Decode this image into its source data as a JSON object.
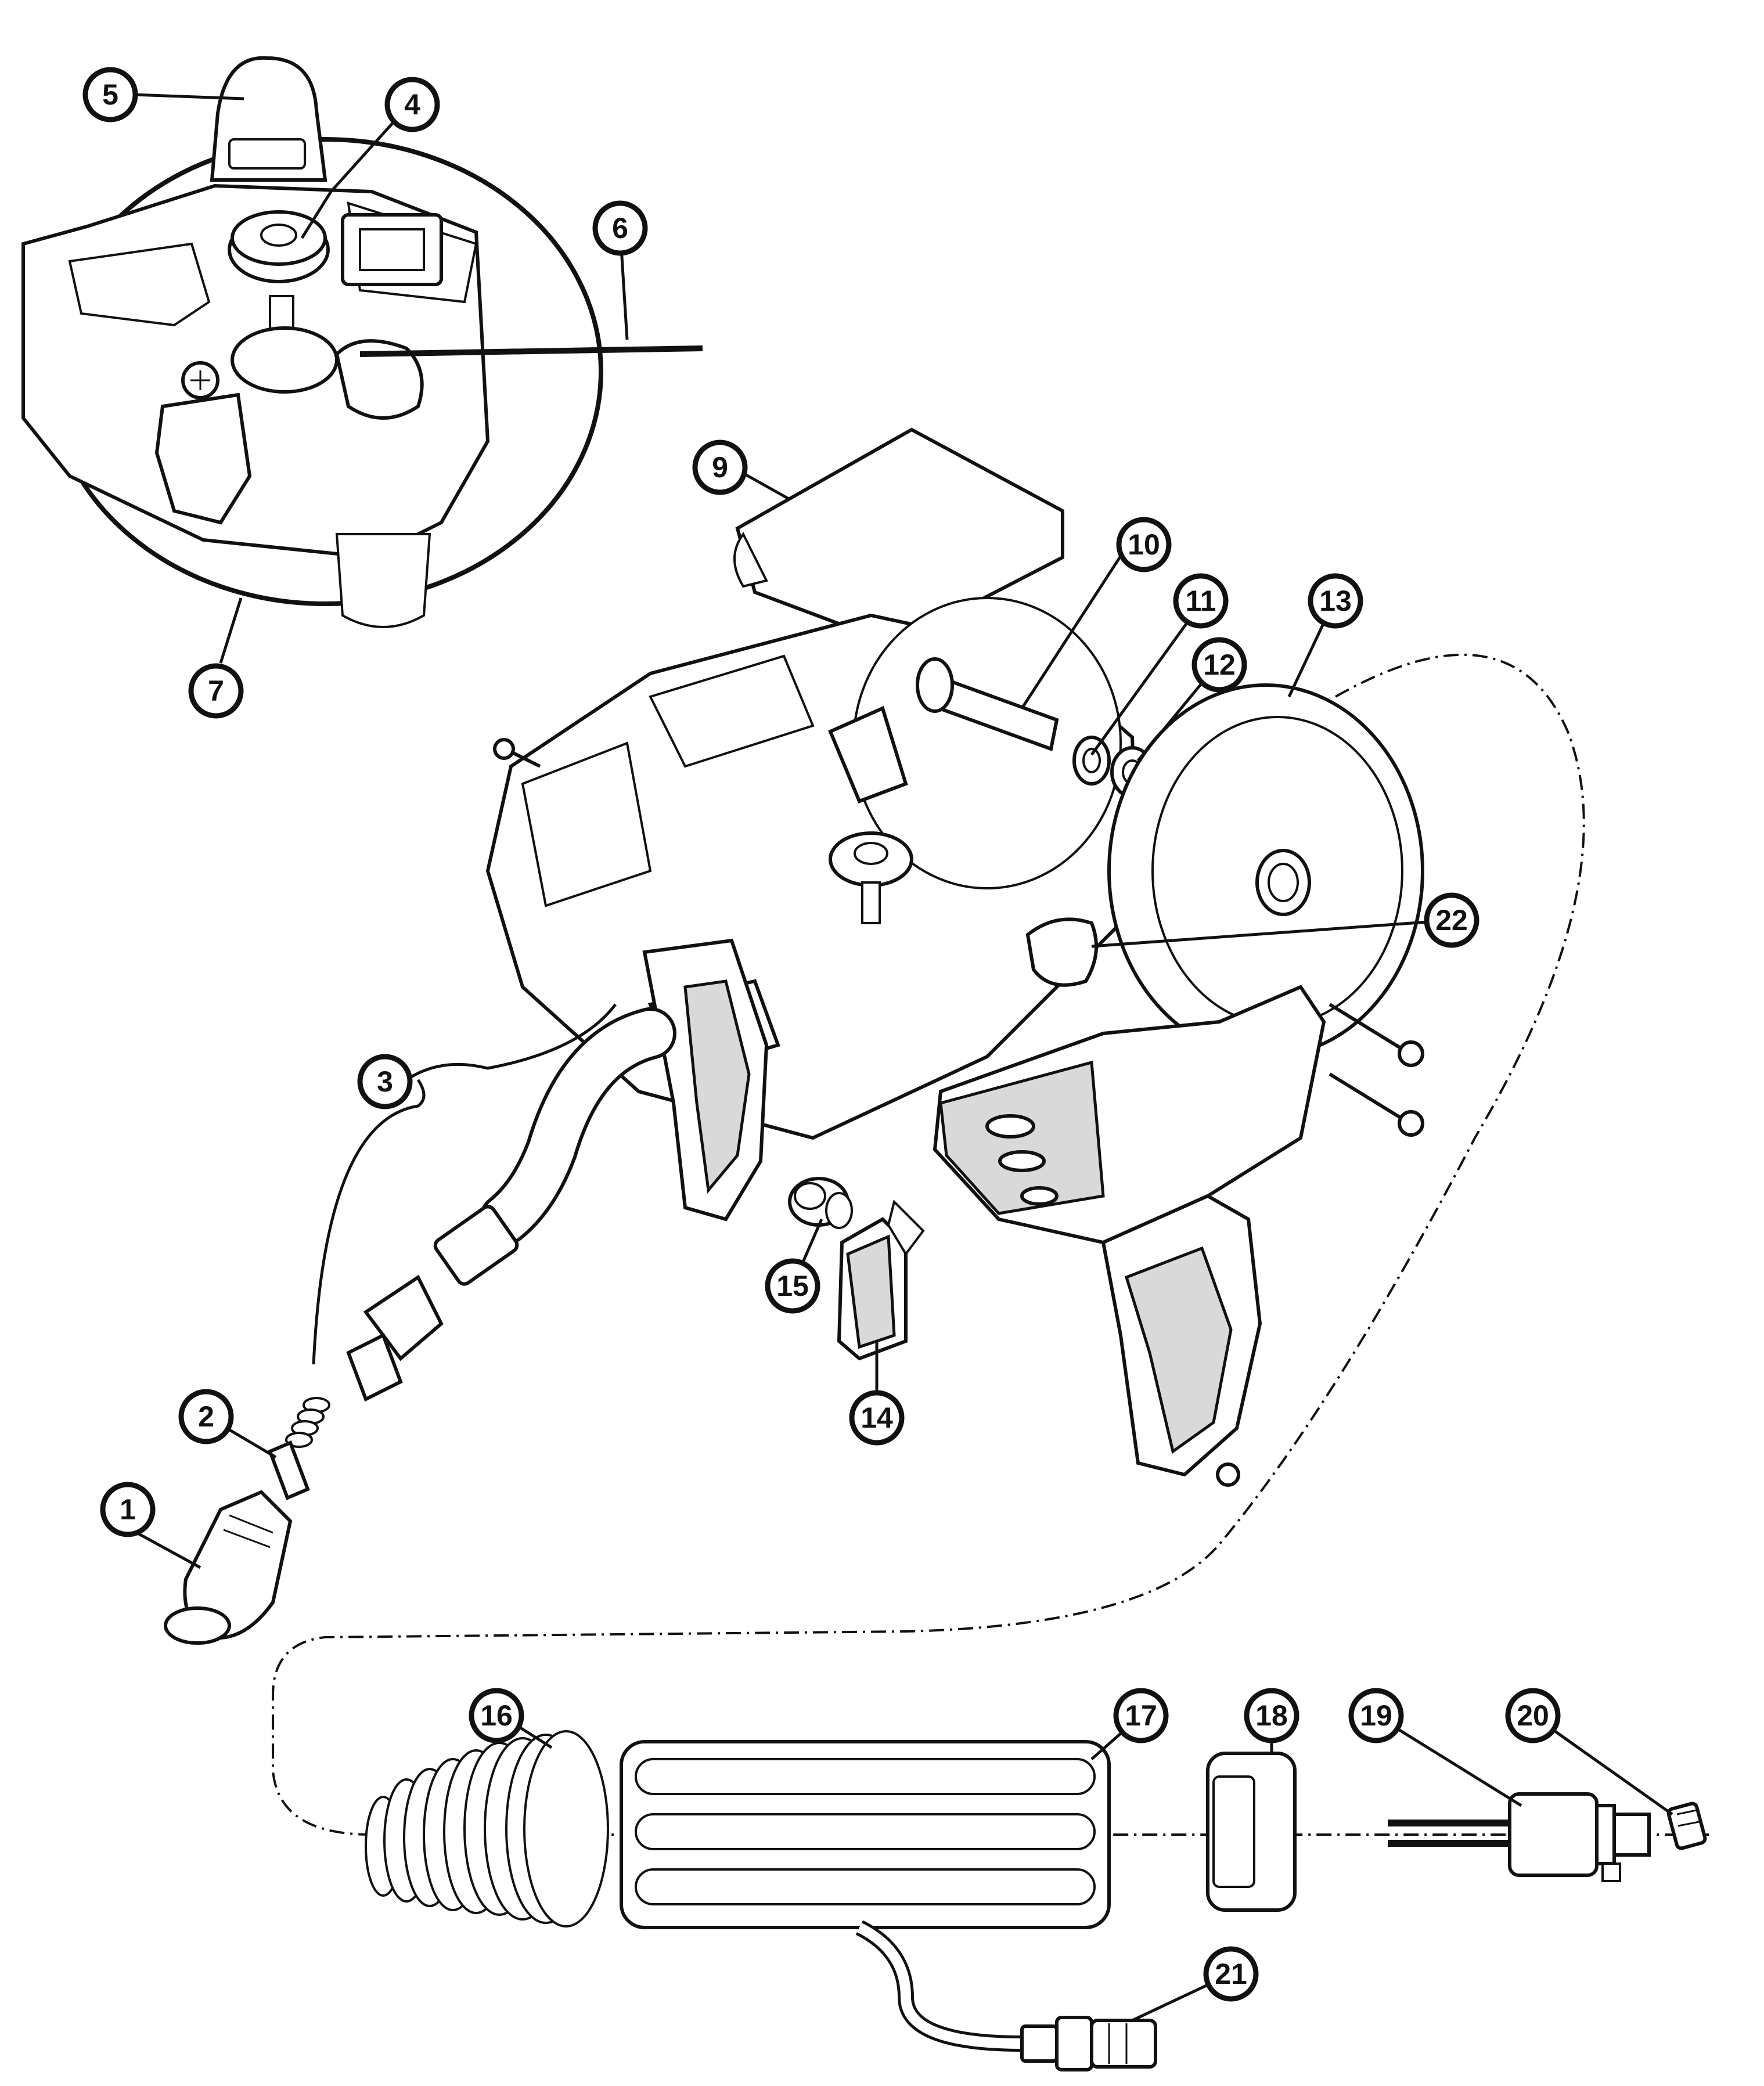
{
  "callouts": [
    {
      "label": "1"
    },
    {
      "label": "2"
    },
    {
      "label": "3"
    },
    {
      "label": "4"
    },
    {
      "label": "5"
    },
    {
      "label": "6"
    },
    {
      "label": "7"
    },
    {
      "label": "9"
    },
    {
      "label": "10"
    },
    {
      "label": "11"
    },
    {
      "label": "12"
    },
    {
      "label": "13"
    },
    {
      "label": "14"
    },
    {
      "label": "15"
    },
    {
      "label": "16"
    },
    {
      "label": "17"
    },
    {
      "label": "18"
    },
    {
      "label": "19"
    },
    {
      "label": "20"
    },
    {
      "label": "21"
    },
    {
      "label": "22"
    }
  ],
  "colors": {
    "line": "#111111",
    "background": "#ffffff",
    "shade": "#d9d9d9"
  }
}
